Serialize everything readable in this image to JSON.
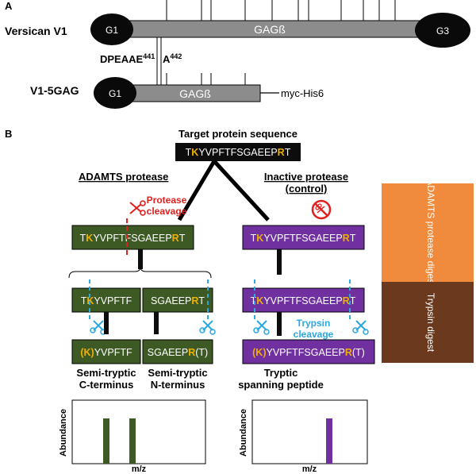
{
  "panel_a": {
    "label": "A",
    "versican": {
      "name": "Versican V1",
      "g1": "G1",
      "gag": "GAGß",
      "g3": "G3"
    },
    "site_left": "DPEAAE",
    "site_left_sup": "441",
    "site_right": "A",
    "site_right_sup": "442",
    "v15gag": {
      "name": "V1-5GAG",
      "g1": "G1",
      "gag": "GAGß",
      "tag": "myc-His6"
    }
  },
  "panel_b": {
    "label": "B",
    "target_title": "Target protein sequence",
    "target_seq": {
      "pre": "T",
      "k": "K",
      "mid": "YVPFTFSGAEEP",
      "r": "R",
      "post": "T"
    },
    "adamts_title": "ADAMTS protease",
    "inactive_title": "Inactive protease",
    "inactive_sub": "(control)",
    "protease_cleavage_1": "Protease",
    "protease_cleavage_2": "cleavage",
    "green_full": {
      "pre": "T",
      "k": "K",
      "mid": "YVPFTFSGAEEP",
      "r": "R",
      "post": "T"
    },
    "purple_full": {
      "pre": "T",
      "k": "K",
      "mid": "YVPFTFSGAEEP",
      "r": "R",
      "post": "T"
    },
    "frag_left": {
      "pre": "T",
      "k": "K",
      "post": "YVPFTF"
    },
    "frag_right": {
      "pre": "SGAEEP",
      "r": "R",
      "post": "T"
    },
    "purple_mid": {
      "pre": "T",
      "k": "K",
      "mid": "YVPFTFSGAEEP",
      "r": "R",
      "post": "T"
    },
    "trypsin_1": "Trypsin",
    "trypsin_2": "cleavage",
    "res_left": {
      "pre": "(K)",
      "post": "YVPFTF"
    },
    "res_right": {
      "pre": "SGAEEP",
      "r": "R",
      "post": "(T)"
    },
    "res_purple": {
      "pre": "(K)",
      "mid": "YVPFTFSGAEEP",
      "r": "R",
      "post": "(T)"
    },
    "semi_c_1": "Semi-tryptic",
    "semi_c_2": "C-terminus",
    "semi_n_1": "Semi-tryptic",
    "semi_n_2": "N-terminus",
    "tryptic_1": "Tryptic",
    "tryptic_2": "spanning peptide",
    "side_orange": "ADAMTS protease digest",
    "side_brown": "Trypsin digest",
    "ylabel": "Abundance",
    "xlabel": "m/z"
  },
  "colors": {
    "green": "#3d5a25",
    "purple": "#7030a0",
    "orange": "#f08a3c",
    "brown": "#6b3a1e",
    "gold": "#f0b000",
    "cyan": "#2aa8e0",
    "red": "#e0201e",
    "grey_bar": "#8c8c8c"
  }
}
